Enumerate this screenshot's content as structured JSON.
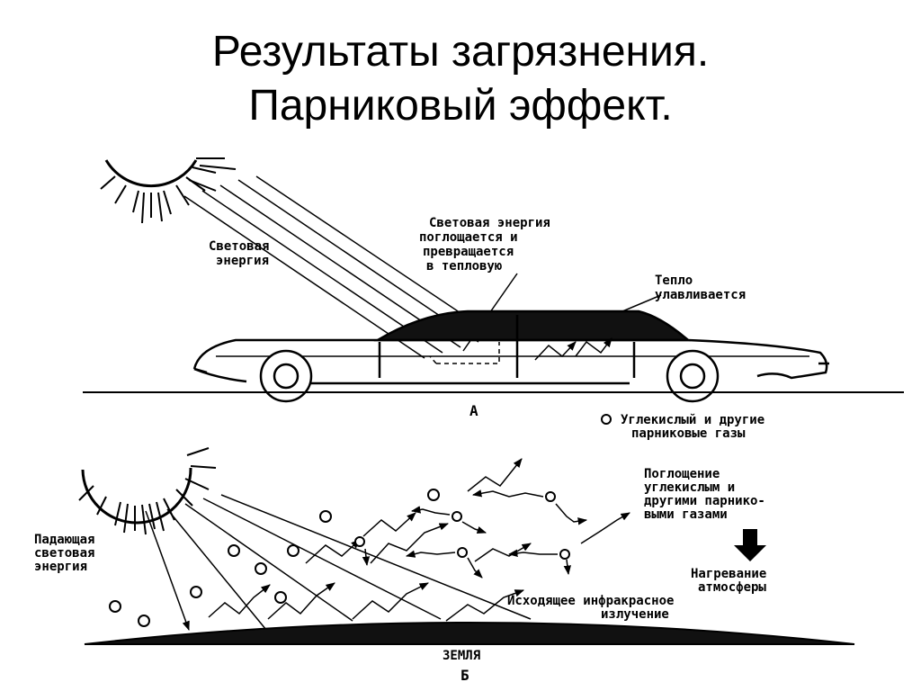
{
  "title": {
    "line1": "Результаты загрязнения.",
    "line2": "Парниковый эффект."
  },
  "diagram_a": {
    "sunlight_label": [
      "Световая",
      "энергия"
    ],
    "absorbed_label": [
      "Световая энергия",
      "поглощается и",
      "превращается",
      "в тепловую"
    ],
    "heat_label": [
      "Тепло",
      "улавливается"
    ],
    "figure_letter": "А"
  },
  "legend": {
    "co2_marker_label": [
      "Углекислый и другие",
      "парниковые газы"
    ]
  },
  "diagram_b": {
    "incoming_label": [
      "Падающая",
      "световая",
      "энергия"
    ],
    "absorption_label": [
      "Поглощение",
      "углекислым и",
      "другими парнико-",
      "выми газами"
    ],
    "heating_label": [
      "Нагревание",
      "атмосферы"
    ],
    "outgoing_label": [
      "Исходящее инфракрасное",
      "излучение"
    ],
    "earth_label": "ЗЕМЛЯ",
    "figure_letter": "Б"
  }
}
